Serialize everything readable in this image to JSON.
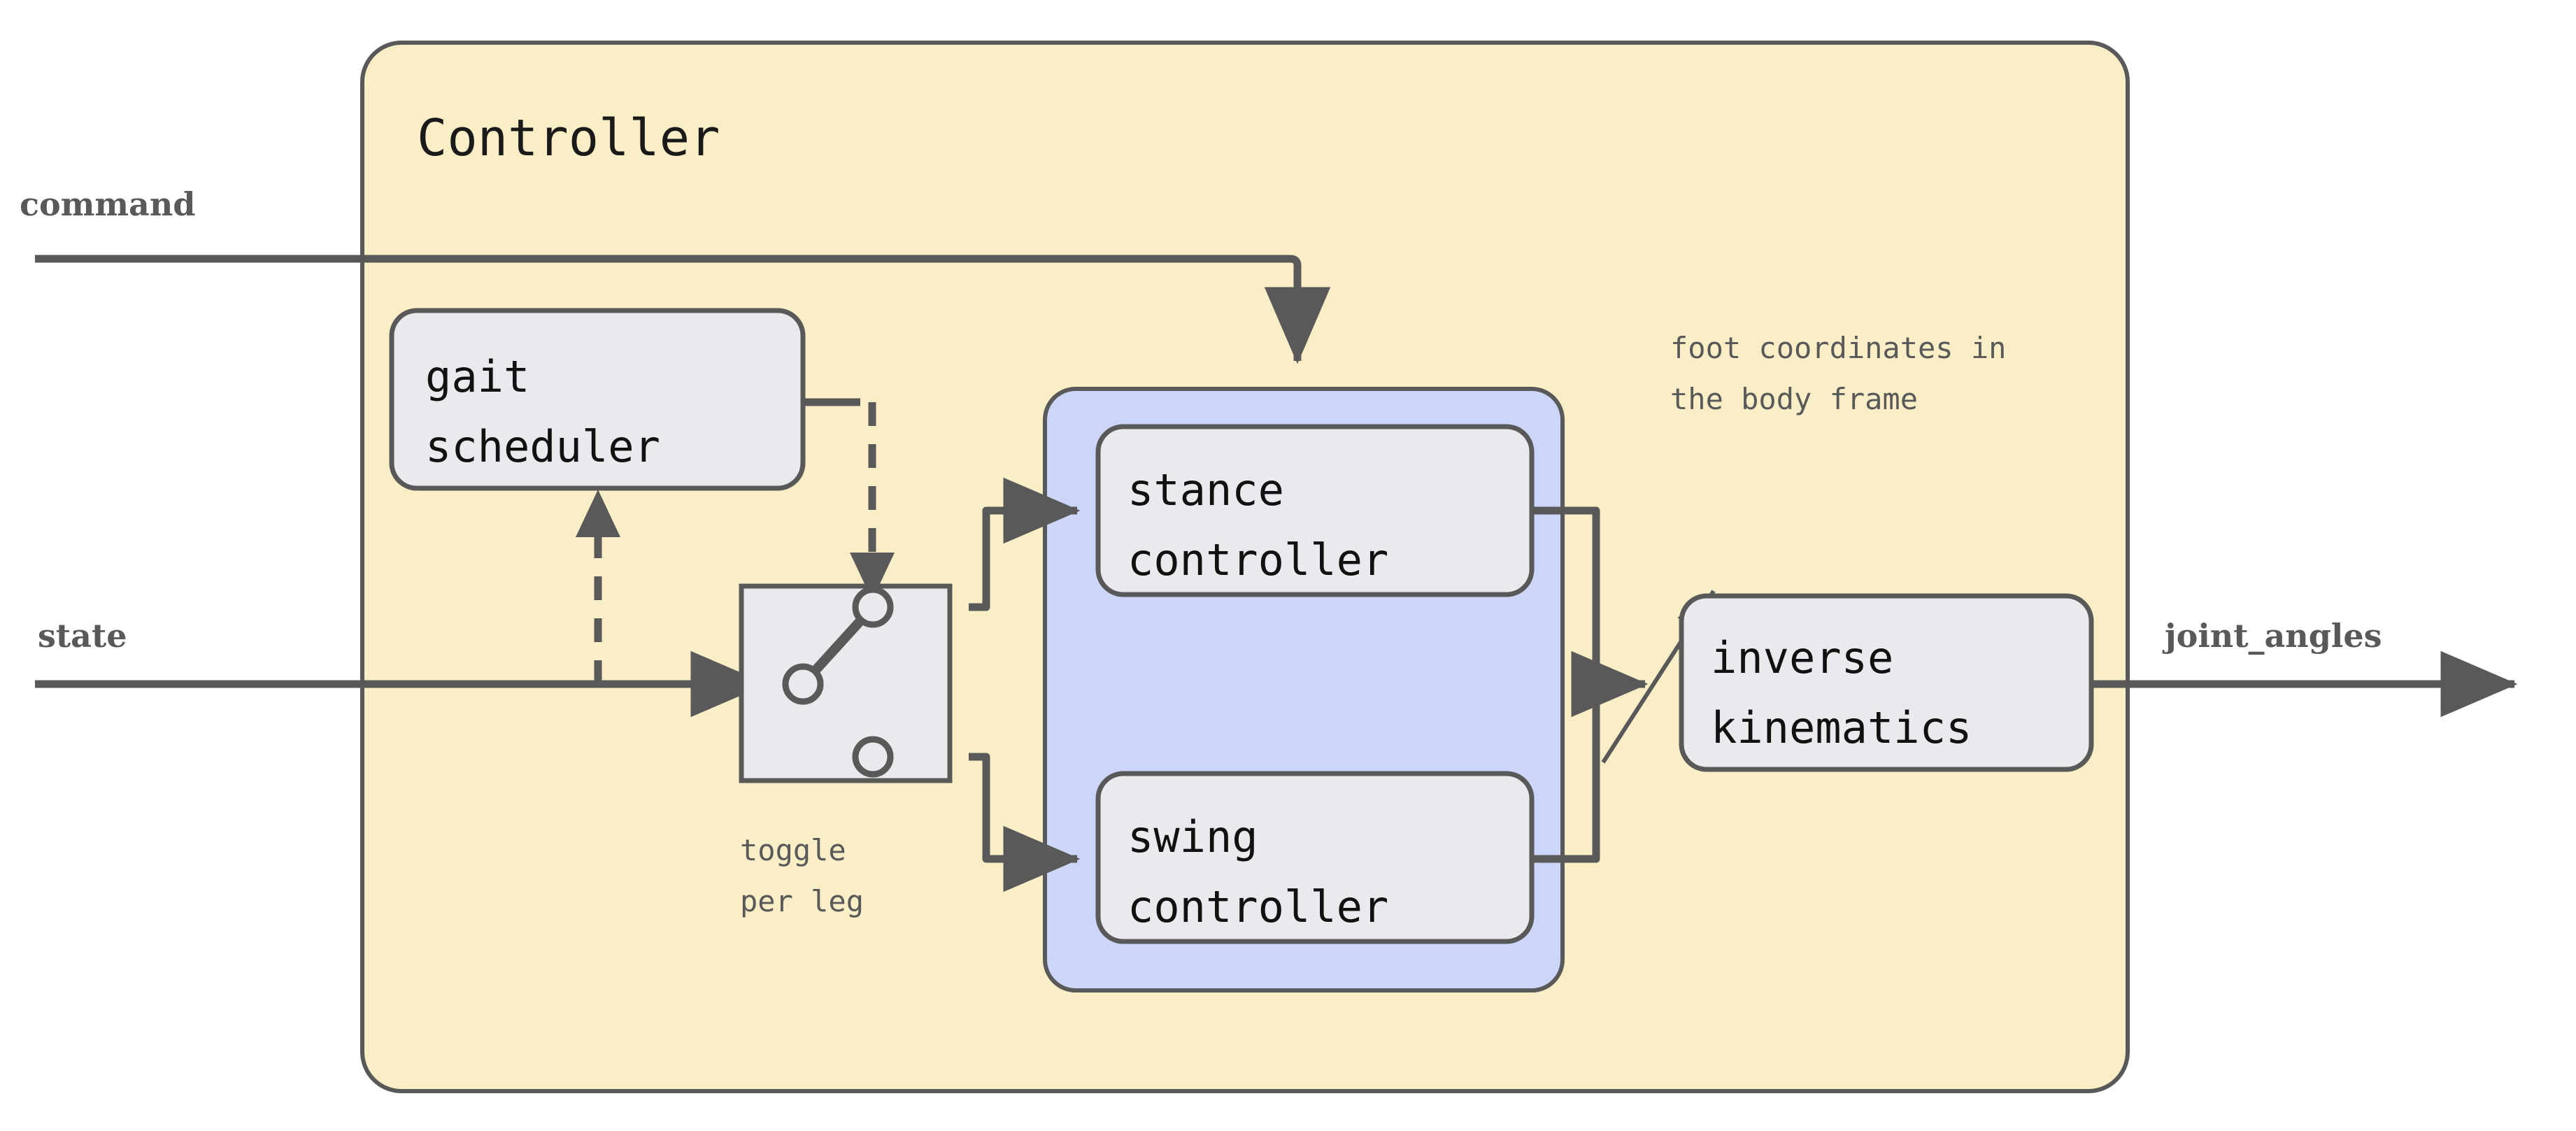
{
  "diagram": {
    "title": "Controller",
    "colors": {
      "container_fill": "#faeec7",
      "group_fill": "#ccd6f9",
      "node_fill": "#eaeaee",
      "stroke": "#595959",
      "annotation_text": "#595959",
      "node_text": "#111111",
      "page_background": "#ffffff"
    },
    "ports": {
      "input_command": "command",
      "input_state": "state",
      "output_joint_angles": "joint_angles"
    },
    "nodes": {
      "gait_scheduler": {
        "line1": "gait",
        "line2": "scheduler"
      },
      "stance_controller": {
        "line1": "stance",
        "line2": "controller"
      },
      "swing_controller": {
        "line1": "swing",
        "line2": "controller"
      },
      "inverse_kinematics": {
        "line1": "inverse",
        "line2": "kinematics"
      }
    },
    "annotations": {
      "toggle": {
        "line1": "toggle",
        "line2": "per leg"
      },
      "foot_coordinates": {
        "line1": "foot coordinates in",
        "line2": "the body frame"
      }
    }
  }
}
